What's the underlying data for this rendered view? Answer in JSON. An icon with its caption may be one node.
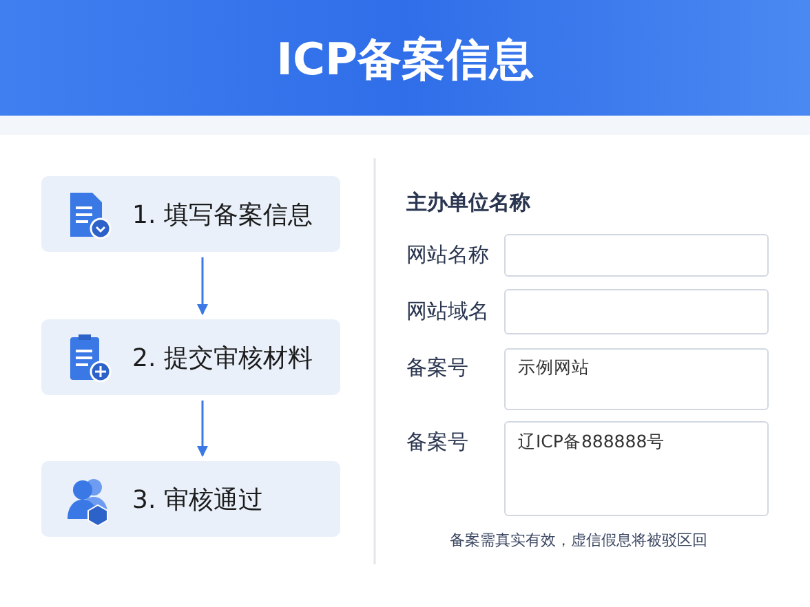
{
  "diagram": {
    "title": "ICP备案信息",
    "nodes": [
      {
        "text": [
          "1. 填写备案信息"
        ]
      },
      {
        "text": [
          "2. 提交审核材料"
        ]
      },
      {
        "text": [
          "3. 审核通过"
        ]
      }
    ],
    "edges": [
      {
        "from": 0,
        "to": 1,
        "arrow": "to"
      },
      {
        "from": 1,
        "to": 2,
        "arrow": "to"
      }
    ],
    "labels": [
      "主办单位名称",
      "网站名称",
      "网站域名",
      "备案号",
      "示例网站",
      "备案号",
      "辽ICP备888888号",
      "备案需真实有效，虚信假息将被驳区回"
    ]
  }
}
